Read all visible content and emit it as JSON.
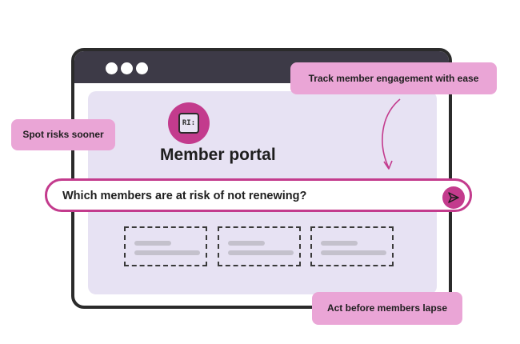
{
  "portal": {
    "title": "Member portal",
    "logo_text": "RI:",
    "search_query": "Which members are at risk of not renewing?"
  },
  "callouts": {
    "track": "Track member engagement with ease",
    "spot": "Spot risks sooner",
    "act": "Act before members lapse"
  },
  "colors": {
    "accent": "#c33b8d",
    "callout_bg": "#eaa5d6",
    "panel_bg": "#e7e2f3",
    "titlebar": "#3d3a47"
  },
  "icons": [
    "window-dot-icon",
    "send-icon",
    "arrow-icon"
  ]
}
